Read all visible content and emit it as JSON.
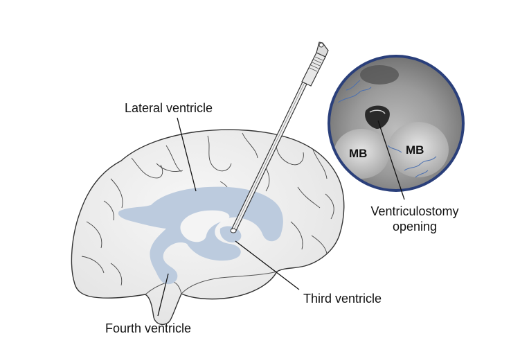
{
  "labels": {
    "lateral_ventricle": "Lateral ventricle",
    "third_ventricle": "Third ventricle",
    "fourth_ventricle": "Fourth ventricle",
    "ventriculostomy_line1": "Ventriculostomy",
    "ventriculostomy_line2": "opening",
    "mb_left": "MB",
    "mb_right": "MB"
  },
  "colors": {
    "brain_fill": "#efefef",
    "brain_outline": "#333333",
    "ventricle_fill": "#bccbde",
    "scope_ring": "#2a3f7a",
    "endoscope_view": "#8a8a8a"
  },
  "icons": {
    "endoscope": "endoscope-icon",
    "brain": "brain-icon",
    "endoscopic_view": "endoscopic-view-icon"
  }
}
